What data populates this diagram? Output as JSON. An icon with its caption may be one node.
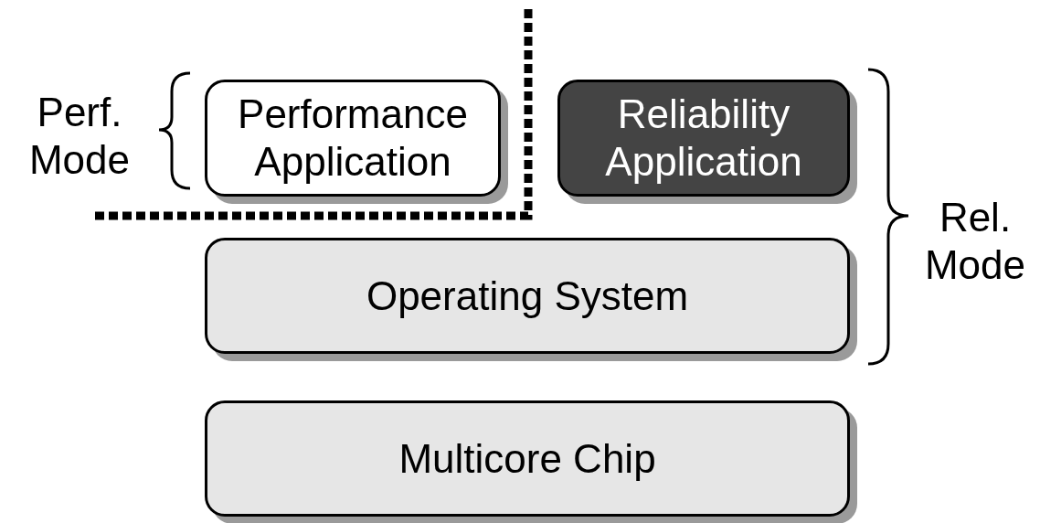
{
  "diagram": {
    "nodes": [
      {
        "text": [
          "Performance Application"
        ]
      },
      {
        "text": [
          "Reliability Application"
        ]
      },
      {
        "text": [
          "Operating System"
        ]
      },
      {
        "text": [
          "Multicore Chip"
        ]
      }
    ],
    "labels": [
      "Perf. Mode",
      "Rel. Mode"
    ]
  }
}
